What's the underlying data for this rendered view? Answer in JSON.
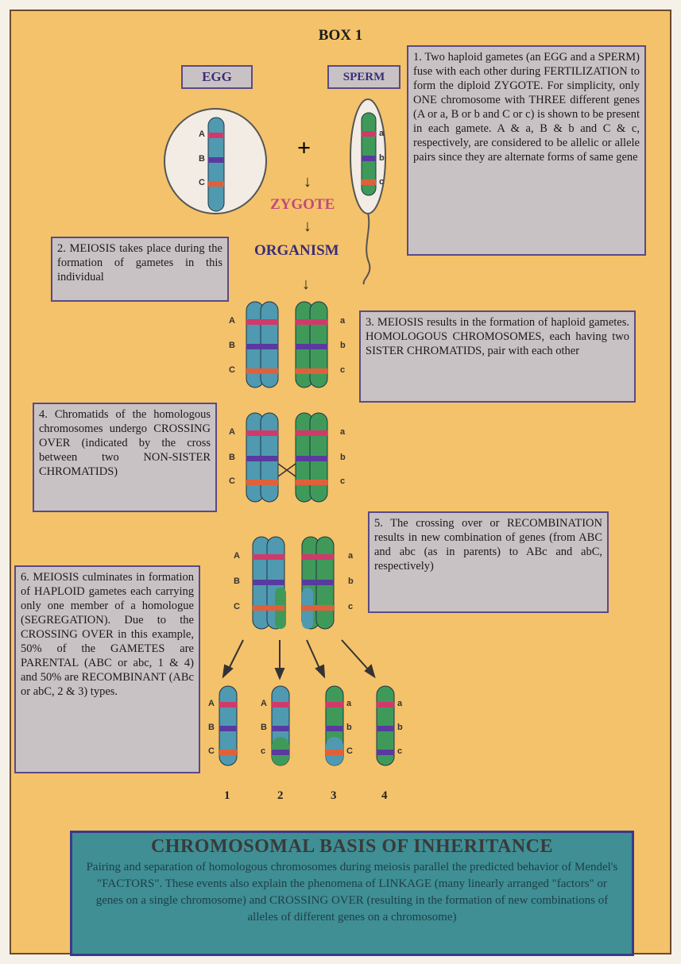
{
  "title": "BOX 1",
  "labels": {
    "egg": "EGG",
    "sperm": "SPERM",
    "zygote": "ZYGOTE",
    "organism": "ORGANISM"
  },
  "boxes": {
    "b1": "1. Two haploid gametes (an EGG and a SPERM) fuse with each other during FERTILIZATION to form the diploid ZYGOTE. For simplicity, only ONE chromosome with THREE different genes (A or a, B or b and C or c) is shown to be present in each gamete. A & a, B & b and C & c, respectively, are considered to be allelic or allele pairs since they are alternate forms of same gene",
    "b2": "2. MEIOSIS takes place during the formation of gametes in this individual",
    "b3": "3. MEIOSIS results in the formation of haploid gametes. HOMOLOGOUS CHROMOSOMES, each having two SISTER CHROMATIDS, pair with each other",
    "b4": "4. Chromatids of the homologous chromosomes undergo CROSSING OVER (indicated by the cross between two NON-SISTER CHROMATIDS)",
    "b5": "5. The crossing over or RECOMBINATION results in new combination of genes (from ABC and abc (as in parents) to ABc and abC, respectively)",
    "b6": "6. MEIOSIS culminates in formation of HAPLOID gametes each carrying only one member of a homologue (SEGREGATION). Due to the CROSSING OVER in this example, 50% of the GAMETES are PARENTAL (ABC or abc, 1 & 4) and 50% are RECOMBINANT (ABc or abC, 2 & 3) types."
  },
  "gene_labels": {
    "egg": [
      "A",
      "B",
      "C"
    ],
    "sperm": [
      "a",
      "b",
      "c"
    ],
    "pair_left": [
      "A",
      "B",
      "C"
    ],
    "pair_right": [
      "a",
      "b",
      "c"
    ],
    "g1": [
      "A",
      "B",
      "C"
    ],
    "g2": [
      "A",
      "B",
      "c"
    ],
    "g3": [
      "a",
      "b",
      "C"
    ],
    "g4": [
      "a",
      "b",
      "c"
    ]
  },
  "gamete_numbers": [
    "1",
    "2",
    "3",
    "4"
  ],
  "banner": {
    "heading": "CHROMOSOMAL BASIS OF INHERITANCE",
    "text": "Pairing and separation of homologous chromosomes during meiosis parallel the predicted behavior of Mendel's \"FACTORS\". These events also explain the phenomena of LINKAGE (many linearly arranged \"factors\" or genes on a single chromosome) and CROSSING OVER (resulting in the formation of new combinations of alleles of different genes on a chromosome)"
  },
  "colors": {
    "background": "#f4c26a",
    "box_fill": "#c9c2c4",
    "box_border": "#5a4a86",
    "maternal_chromosome": "#4f9ab0",
    "paternal_chromosome": "#3f9a5a",
    "band_A": "#d03a6a",
    "band_B": "#5a3aa0",
    "band_C": "#e0603a",
    "zygote_text": "#c04a7a",
    "organism_text": "#3a2d78",
    "banner_fill": "#3f8f95"
  }
}
